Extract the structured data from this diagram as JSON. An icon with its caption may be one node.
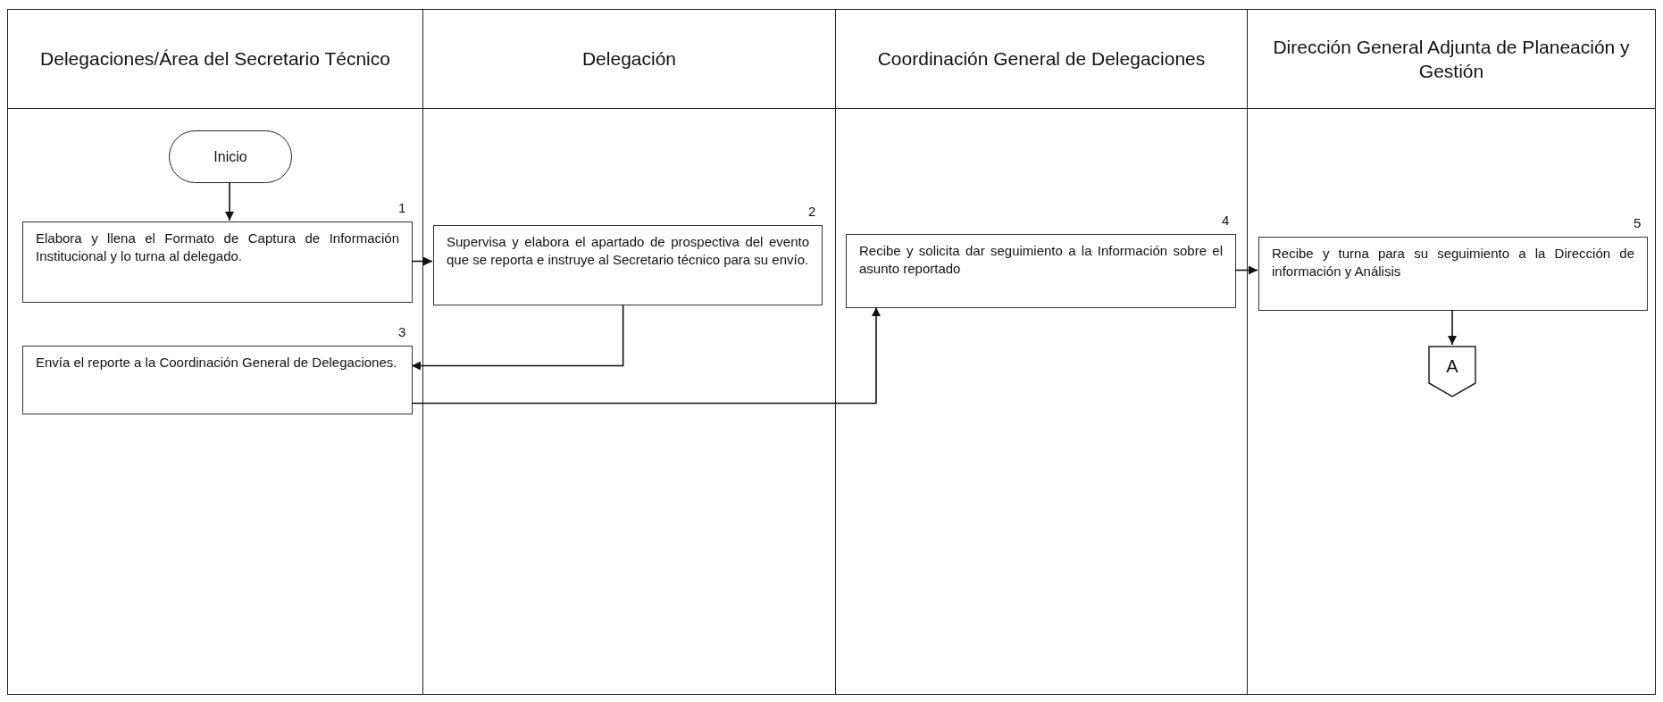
{
  "diagram": {
    "nodes": [
      {
        "text": [
          "Delegaciones/Área del Secretario Técnico"
        ]
      },
      {
        "text": [
          "Delegación"
        ]
      },
      {
        "text": [
          "Coordinación General de Delegaciones"
        ]
      },
      {
        "text": [
          "Dirección General Adjunta de Planeación y Gestión"
        ]
      },
      {
        "text": [
          "Inicio"
        ],
        "in": 0
      },
      {
        "text": [
          "Elabora y llena el Formato  de Captura de Información Institucional  y lo turna al delegado."
        ],
        "in": 0,
        "beside": [
          "1"
        ]
      },
      {
        "text": [
          "Supervisa y elabora el apartado de prospectiva del evento que se reporta e instruye al Secretario técnico para su envío."
        ],
        "in": 1,
        "beside": [
          "2"
        ]
      },
      {
        "text": [
          "Envía el reporte a la Coordinación General de Delegaciones."
        ],
        "in": 0,
        "beside": [
          "3"
        ]
      },
      {
        "text": [
          "Recibe y solicita dar seguimiento a la Información sobre  el asunto reportado"
        ],
        "in": 2,
        "beside": [
          "4"
        ]
      },
      {
        "text": [
          "Recibe y turna para su seguimiento a la Dirección de información y Análisis"
        ],
        "in": 3,
        "beside": [
          "5"
        ]
      },
      {
        "text": [
          "A"
        ],
        "in": 3
      }
    ],
    "edges": [
      {
        "from": 4,
        "to": 5,
        "arrow": "to"
      },
      {
        "from": 5,
        "to": 6,
        "arrow": "to"
      },
      {
        "from": 6,
        "to": 7,
        "arrow": "to"
      },
      {
        "from": 7,
        "to": 8,
        "arrow": "to"
      },
      {
        "from": 8,
        "to": 9,
        "arrow": "to"
      },
      {
        "from": 9,
        "to": 10,
        "arrow": "to"
      }
    ]
  }
}
